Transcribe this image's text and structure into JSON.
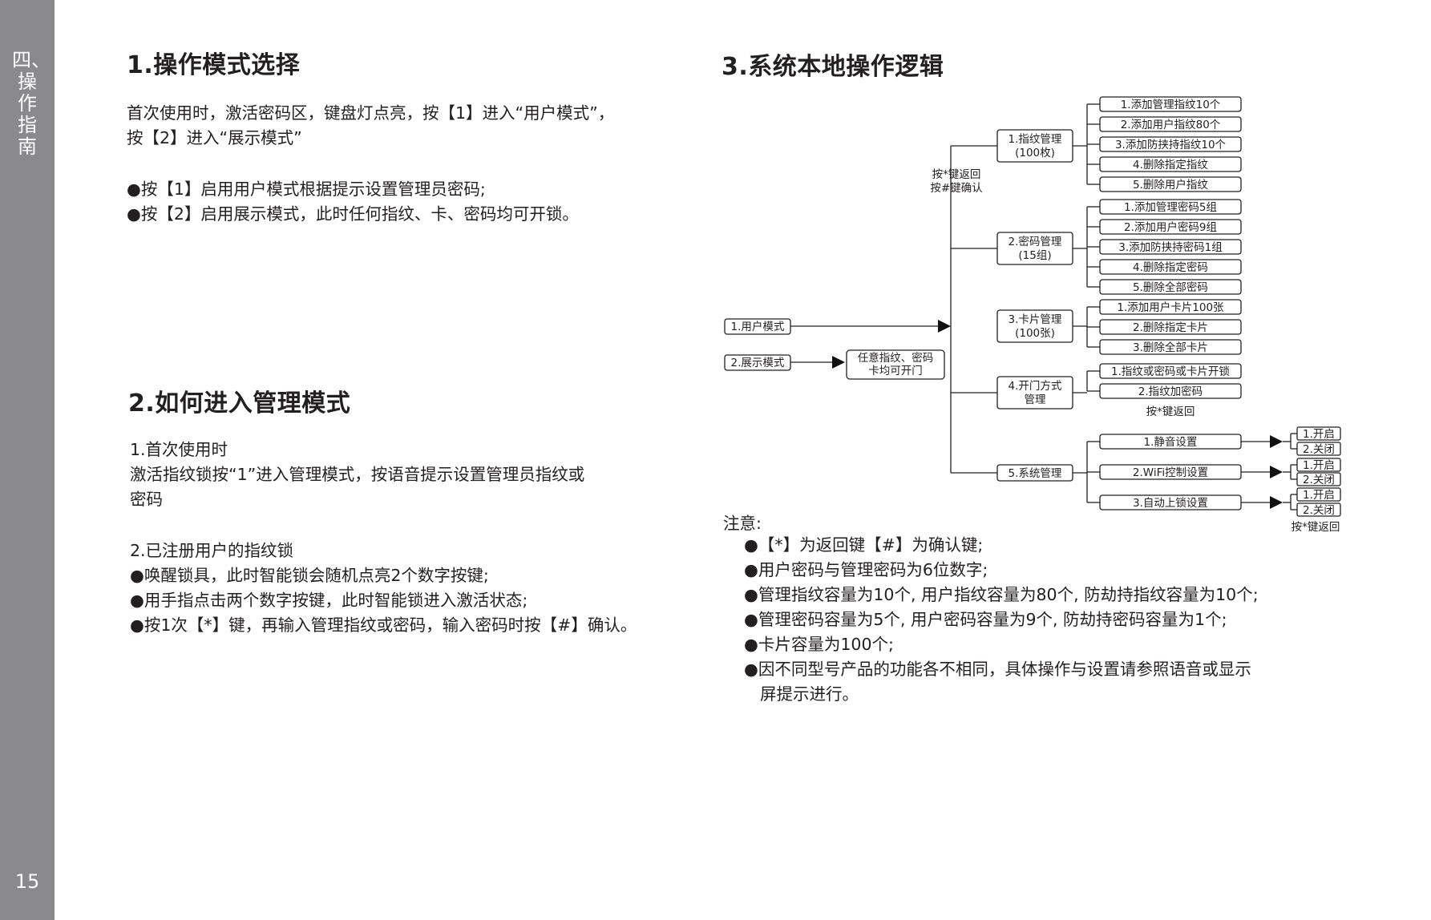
{
  "sidebar": {
    "chapter": "四、操作指南",
    "page_number": "15"
  },
  "section1": {
    "title": "1.操作模式选择",
    "intro": [
      "首次使用时，激活密码区，键盘灯点亮，按【1】进入“用户模式”，",
      "按【2】进入“展示模式”"
    ],
    "bullets": [
      "●按【1】启用用户模式根据提示设置管理员密码;",
      "●按【2】启用展示模式，此时任何指纹、卡、密码均可开锁。"
    ]
  },
  "section2": {
    "title": "2.如何进入管理模式",
    "part1_lines": [
      "1.首次使用时",
      "激活指纹锁按“1”进入管理模式，按语音提示设置管理员指纹或",
      "密码"
    ],
    "part2_lines": [
      "2.已注册用户的指纹锁",
      "●唤醒锁具，此时智能锁会随机点亮2个数字按键;",
      "●用手指点击两个数字按键，此时智能锁进入激活状态;",
      "●按1次【*】键，再输入管理指纹或密码，输入密码时按【#】确认。"
    ]
  },
  "section3": {
    "title": "3.系统本地操作逻辑",
    "diagram": {
      "user_mode": "1.用户模式",
      "demo_mode": "2.展示模式",
      "demo_result": [
        "任意指纹、密码",
        "卡均可开门"
      ],
      "hint_top": [
        "按*键返回",
        "按#键确认"
      ],
      "groups": [
        {
          "label": [
            "1.指纹管理",
            "(100枚)"
          ],
          "items": [
            "1.添加管理指纹10个",
            "2.添加用户指纹80个",
            "3.添加防挟持指纹10个",
            "4.删除指定指纹",
            "5.删除用户指纹"
          ]
        },
        {
          "label": [
            "2.密码管理",
            "(15组)"
          ],
          "items": [
            "1.添加管理密码5组",
            "2.添加用户密码9组",
            "3.添加防挟持密码1组",
            "4.删除指定密码",
            "5.删除全部密码"
          ]
        },
        {
          "label": [
            "3.卡片管理",
            "(100张)"
          ],
          "items": [
            "1.添加用户卡片100张",
            "2.删除指定卡片",
            "3.删除全部卡片"
          ]
        },
        {
          "label": [
            "4.开门方式",
            "管理"
          ],
          "items": [
            "1.指纹或密码或卡片开锁",
            "2.指纹加密码"
          ],
          "hint": "按*键返回"
        },
        {
          "label": [
            "5.系统管理"
          ],
          "items": [
            "1.静音设置",
            "2.WiFi控制设置",
            "3.自动上锁设置"
          ],
          "options": [
            "1.开启",
            "2.关闭"
          ],
          "hint": "按*键返回"
        }
      ]
    },
    "notes_title": "注意:",
    "notes": [
      "●【*】为返回键【#】为确认键;",
      "●用户密码与管理密码为6位数字;",
      "●管理指纹容量为10个, 用户指纹容量为80个, 防劫持指纹容量为10个;",
      "●管理密码容量为5个, 用户密码容量为9个, 防劫持密码容量为1个;",
      "●卡片容量为100个;",
      "●因不同型号产品的功能各不相同，具体操作与设置请参照语音或显示"
    ],
    "notes_continuation": "屏提示进行。"
  }
}
